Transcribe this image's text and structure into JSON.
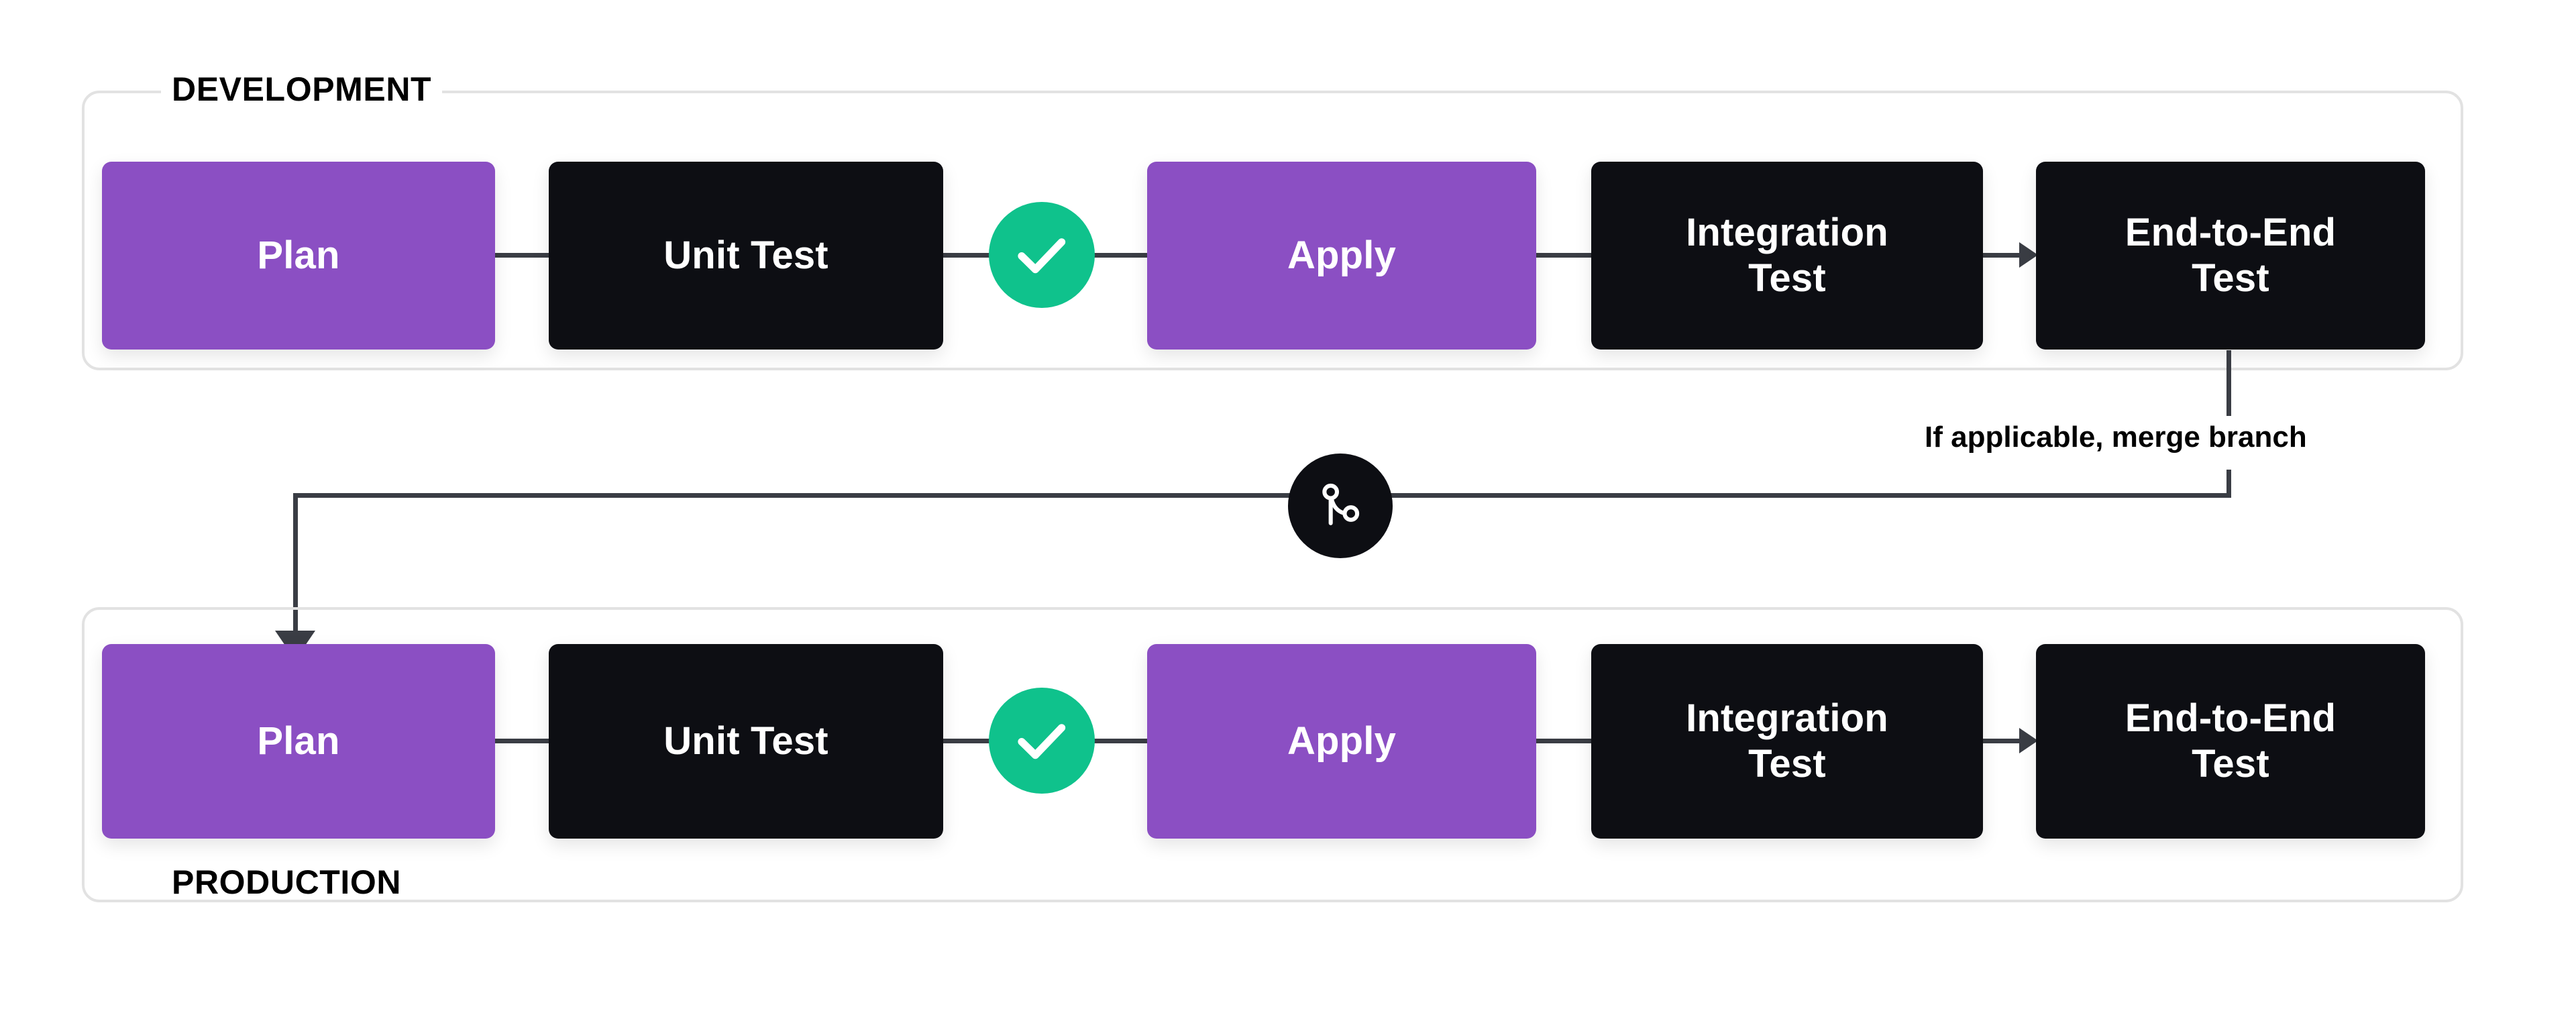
{
  "diagram": {
    "title_hidden": "",
    "colors": {
      "purple": "#8B4FC3",
      "dark": "#0D0E13",
      "green": "#0FC28C",
      "line": "#3A3D44",
      "panel_border": "#E2E2E2",
      "background": "#FFFFFF"
    },
    "panels": [
      {
        "id": "development",
        "legend": "DEVELOPMENT",
        "legend_position": "top-left",
        "nodes": [
          {
            "label": "Plan",
            "style": "purple"
          },
          {
            "label": "Unit Test",
            "style": "dark"
          },
          {
            "label": "Apply",
            "style": "purple"
          },
          {
            "label": "Integration\nTest",
            "line1": "Integration",
            "line2": "Test",
            "style": "dark"
          },
          {
            "label": "End-to-End\nTest",
            "line1": "End-to-End",
            "line2": "Test",
            "style": "dark"
          }
        ],
        "status_badge": {
          "icon": "check-icon",
          "color": "#0FC28C",
          "after_node": "Unit Test"
        }
      },
      {
        "id": "production",
        "legend": "PRODUCTION",
        "legend_position": "bottom-left",
        "nodes": [
          {
            "label": "Plan",
            "style": "purple"
          },
          {
            "label": "Unit Test",
            "style": "dark"
          },
          {
            "label": "Apply",
            "style": "purple"
          },
          {
            "label": "Integration\nTest",
            "line1": "Integration",
            "line2": "Test",
            "style": "dark"
          },
          {
            "label": "End-to-End\nTest",
            "line1": "End-to-End",
            "line2": "Test",
            "style": "dark"
          }
        ],
        "status_badge": {
          "icon": "check-icon",
          "color": "#0FC28C",
          "after_node": "Unit Test"
        }
      }
    ],
    "connector": {
      "label": "If applicable, merge branch",
      "badge_icon": "git-branch-icon",
      "from": "End-to-End Test (DEVELOPMENT)",
      "to": "Plan (PRODUCTION)"
    }
  }
}
